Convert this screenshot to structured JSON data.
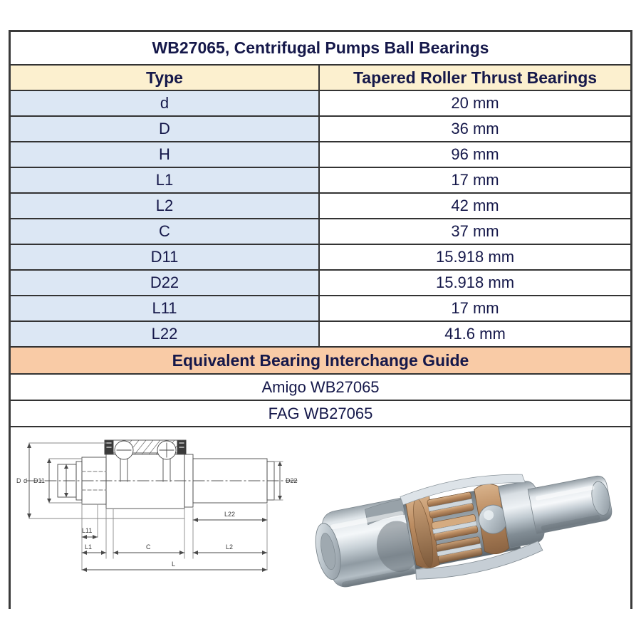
{
  "title": "WB27065, Centrifugal Pumps Ball Bearings",
  "table": {
    "header": {
      "type_label": "Type",
      "value_label": "Tapered Roller Thrust Bearings"
    },
    "rows": [
      {
        "key": "d",
        "value": "20 mm"
      },
      {
        "key": "D",
        "value": "36 mm"
      },
      {
        "key": "H",
        "value": "96 mm"
      },
      {
        "key": "L1",
        "value": "17 mm"
      },
      {
        "key": "L2",
        "value": "42 mm"
      },
      {
        "key": "C",
        "value": "37 mm"
      },
      {
        "key": "D11",
        "value": "15.918 mm"
      },
      {
        "key": "D22",
        "value": "15.918 mm"
      },
      {
        "key": "L11",
        "value": "17 mm"
      },
      {
        "key": "L22",
        "value": "41.6 mm"
      }
    ]
  },
  "interchange": {
    "banner": "Equivalent Bearing Interchange Guide",
    "entries": [
      "Amigo   WB27065",
      "FAG  WB27065"
    ]
  },
  "figure": {
    "drawing_labels": {
      "outer_diameter": "D",
      "bore": "d",
      "d11": "D11",
      "d22": "D22",
      "l11": "L11",
      "l1": "L1",
      "c": "C",
      "l2": "L2",
      "l22": "L22",
      "l": "L"
    }
  },
  "colors": {
    "header_cream": "#fcf0cf",
    "key_blue": "#dce7f4",
    "banner_peach": "#f9cba6",
    "text_navy": "#15184a",
    "border": "#333333",
    "steel_light": "#e8ecef",
    "steel_mid": "#b9c2c9",
    "steel_dark": "#7d888f",
    "bronze": "#b98c63",
    "bronze_dark": "#8d6641"
  }
}
